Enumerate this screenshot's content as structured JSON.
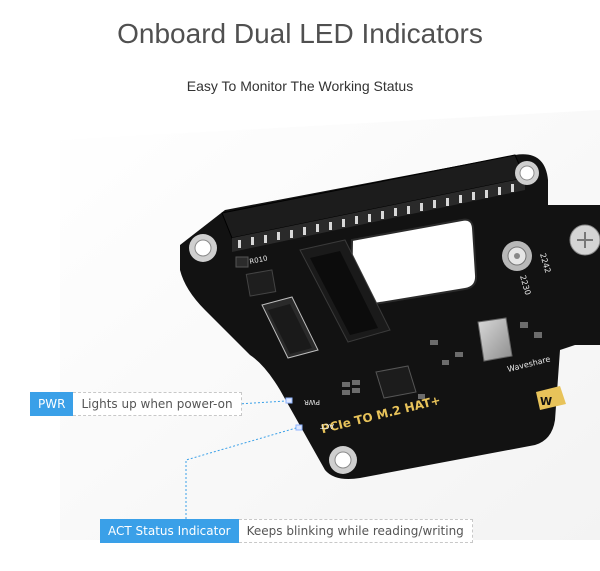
{
  "header": {
    "title": "Onboard Dual LED Indicators",
    "subtitle": "Easy To Monitor The Working Status"
  },
  "callouts": {
    "pwr": {
      "label": "PWR",
      "description": "Lights up when power-on"
    },
    "act": {
      "label": "ACT Status Indicator",
      "description": "Keeps blinking while reading/writing"
    }
  },
  "board": {
    "silkscreen": {
      "product": "PCIe TO M.2 HAT+",
      "brand": "Waveshare",
      "pwr_label": "PWR",
      "act_label": "ACT",
      "size_2230": "2230",
      "size_2242": "2242",
      "ref_r010": "R010"
    }
  },
  "colors": {
    "accent": "#3aa0e8",
    "board": "#121212",
    "silk": "#e8c35a"
  }
}
